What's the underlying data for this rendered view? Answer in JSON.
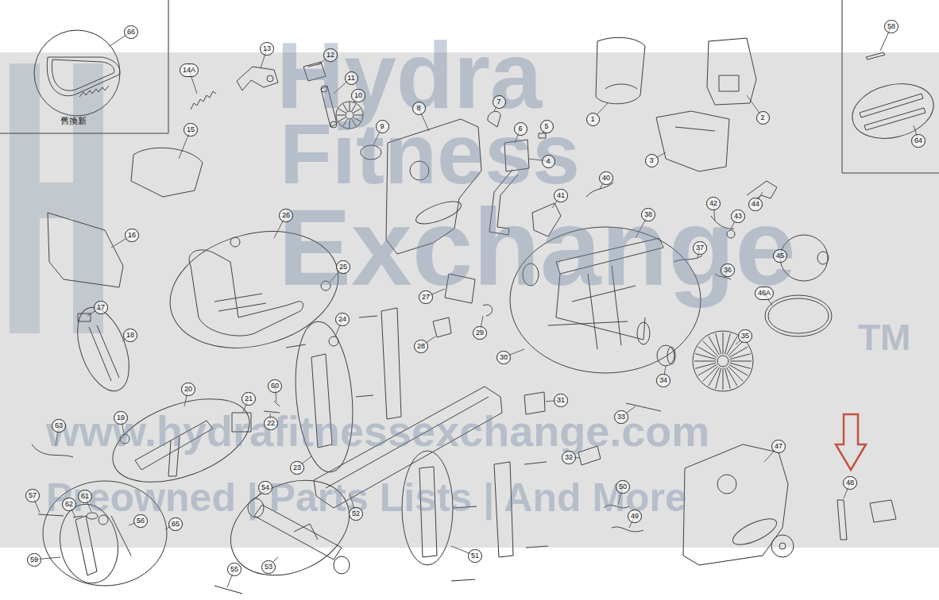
{
  "diagram": {
    "labels": [
      "舊換新",
      "Hydra",
      "Fitness",
      "Exchange",
      "TM",
      "www.hydrafitnessexchange.com",
      "Preowned | Parts Lists | And More",
      "66",
      "58",
      "13",
      "12",
      "14A",
      "11",
      "10",
      "8",
      "7",
      "9",
      "6",
      "5",
      "4",
      "15",
      "1",
      "2",
      "3",
      "64",
      "40",
      "41",
      "38",
      "42",
      "43",
      "44",
      "26",
      "25",
      "16",
      "17",
      "18",
      "37",
      "36",
      "45",
      "46A",
      "27",
      "29",
      "28",
      "24",
      "30",
      "35",
      "34",
      "20",
      "21",
      "60",
      "19",
      "22",
      "31",
      "33",
      "23",
      "32",
      "63",
      "47",
      "48",
      "54",
      "57",
      "61",
      "62",
      "56",
      "65",
      "52",
      "50",
      "49",
      "51",
      "59",
      "53",
      "55"
    ]
  }
}
